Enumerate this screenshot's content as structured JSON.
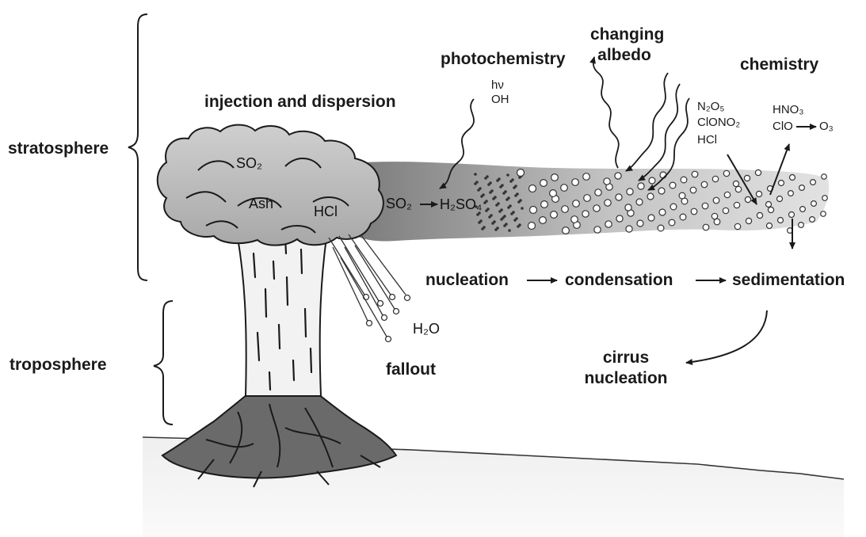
{
  "labels": {
    "stratosphere": "stratosphere",
    "troposphere": "troposphere",
    "injection": "injection and dispersion",
    "photochemistry": "photochemistry",
    "changing_albedo_1": "changing",
    "changing_albedo_2": "albedo",
    "chemistry": "chemistry",
    "nucleation": "nucleation",
    "condensation": "condensation",
    "sedimentation": "sedimentation",
    "fallout": "fallout",
    "cirrus_1": "cirrus",
    "cirrus_2": "nucleation"
  },
  "species": {
    "hv": "hν",
    "oh": "OH",
    "so2_cloud": "SO₂",
    "ash": "Ash",
    "hcl_cloud": "HCl",
    "so2_plume": "SO₂",
    "h2so4": "H₂SO₄",
    "h2o": "H₂O",
    "n2o5": "N₂O₅",
    "clono2": "ClONO₂",
    "hcl": "HCl",
    "hno3": "HNO₃",
    "clo": "ClO",
    "o3": "O₃"
  }
}
